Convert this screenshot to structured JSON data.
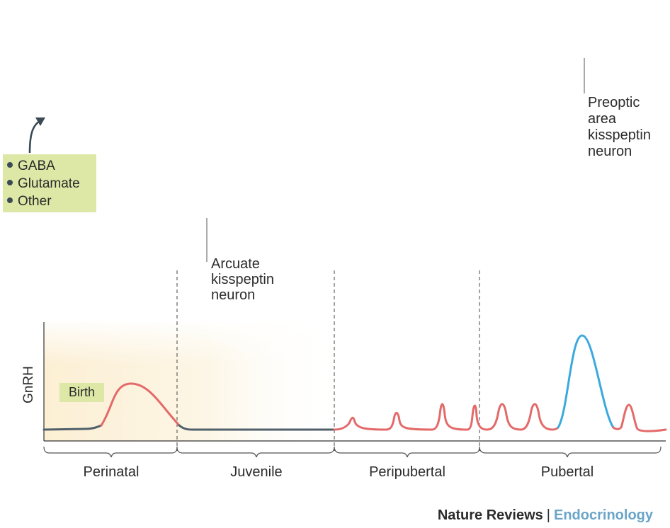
{
  "legend": {
    "items": [
      "GABA",
      "Glutamate",
      "Other"
    ]
  },
  "labels": {
    "arcuate": [
      "Arcuate",
      "kisspeptin",
      "neuron"
    ],
    "preoptic": [
      "Preoptic",
      "area",
      "kisspeptin",
      "neuron"
    ],
    "birth": "Birth",
    "y_axis": "GnRH"
  },
  "stages": [
    "Perinatal",
    "Juvenile",
    "Peripubertal",
    "Pubertal"
  ],
  "kisspeptin_neuron_state": [
    "active",
    "inactive",
    "active",
    "active"
  ],
  "credit": {
    "journal": "Nature Reviews",
    "separator": "|",
    "subject": "Endocrinology"
  },
  "colors": {
    "gnrh_neuron": "#d9e4a2",
    "gnrh_nucleus": "#b9cf3f",
    "kisspeptin_active": "#f4a9a4",
    "kisspeptin_inactive": "#8d979c",
    "preoptic_neuron": "#9ed4f0",
    "trace_quiescent": "#50606b",
    "trace_pulsatile": "#e46a6a",
    "trace_surge": "#3aa9de",
    "perinatal_band": "#fdf2d8",
    "legend_box": "#dde7a6"
  }
}
